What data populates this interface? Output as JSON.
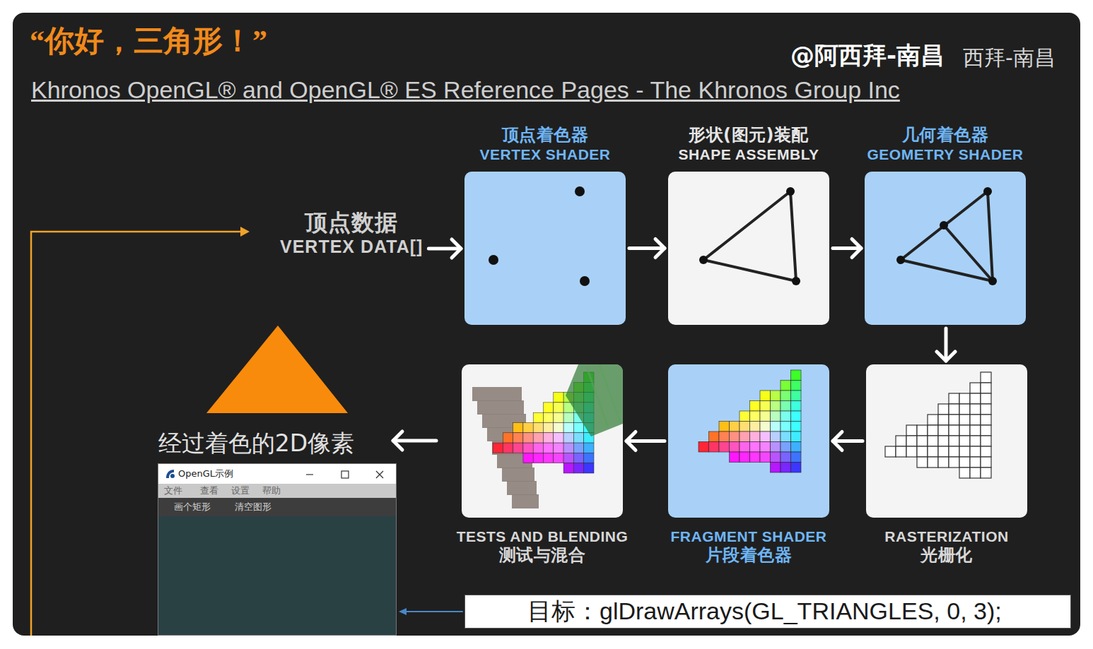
{
  "diagram": {
    "title": "“你好，三角形！”",
    "nodes": [
      {
        "text": [
          "顶点数据",
          "VERTEX DATA[]"
        ]
      },
      {
        "text": [
          "顶点着色器",
          "VERTEX SHADER"
        ]
      },
      {
        "text": [
          "形状(图元)装配",
          "SHAPE ASSEMBLY"
        ]
      },
      {
        "text": [
          "几何着色器",
          "GEOMETRY SHADER"
        ]
      },
      {
        "text": [
          "RASTERIZATION",
          "光栅化"
        ]
      },
      {
        "text": [
          "FRAGMENT SHADER",
          "片段着色器"
        ]
      },
      {
        "text": [
          "TESTS AND BLENDING",
          "测试与混合"
        ]
      },
      {
        "text": [
          "经过着色的2D像素"
        ]
      },
      {
        "text": [
          "OpenGL示例",
          "文件",
          "查看",
          "设置",
          "帮助",
          "画个矩形",
          "清空图形"
        ]
      },
      {
        "text": [
          "目标：glDrawArrays(GL_TRIANGLES, 0, 3);"
        ]
      }
    ],
    "edges": [
      {
        "from": 0,
        "to": 1,
        "arrow": "to"
      },
      {
        "from": 1,
        "to": 2,
        "arrow": "to"
      },
      {
        "from": 2,
        "to": 3,
        "arrow": "to"
      },
      {
        "from": 3,
        "to": 4,
        "arrow": "to"
      },
      {
        "from": 4,
        "to": 5,
        "arrow": "to"
      },
      {
        "from": 5,
        "to": 6,
        "arrow": "to"
      },
      {
        "from": 6,
        "to": 7,
        "arrow": "to"
      },
      {
        "from": 9,
        "to": 8,
        "arrow": "to"
      }
    ],
    "labels": [
      "Khronos OpenGL® and OpenGL® ES Reference Pages - The Khronos Group Inc",
      "@阿西拜-南昌",
      "西拜-南昌"
    ]
  }
}
